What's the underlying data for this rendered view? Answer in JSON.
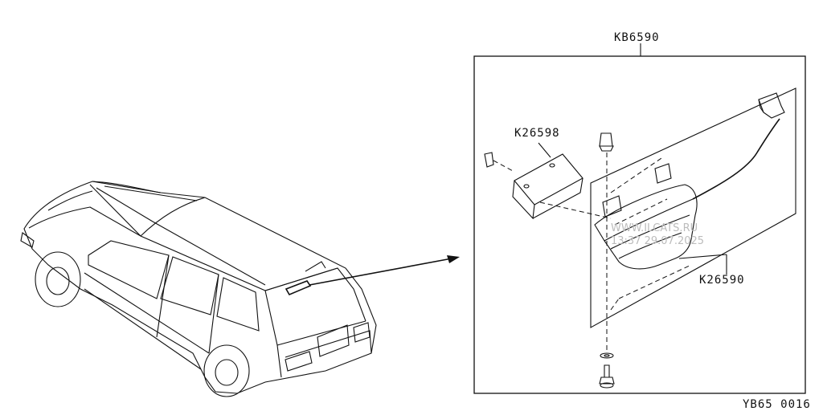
{
  "labels": {
    "assembly": "KB6590",
    "bracket": "K26598",
    "lamp": "K26590",
    "page_code": "YB65 0016"
  },
  "watermark": {
    "site": "WWW.ILCATS.RU",
    "timestamp": "13:37 29.07.2025"
  }
}
